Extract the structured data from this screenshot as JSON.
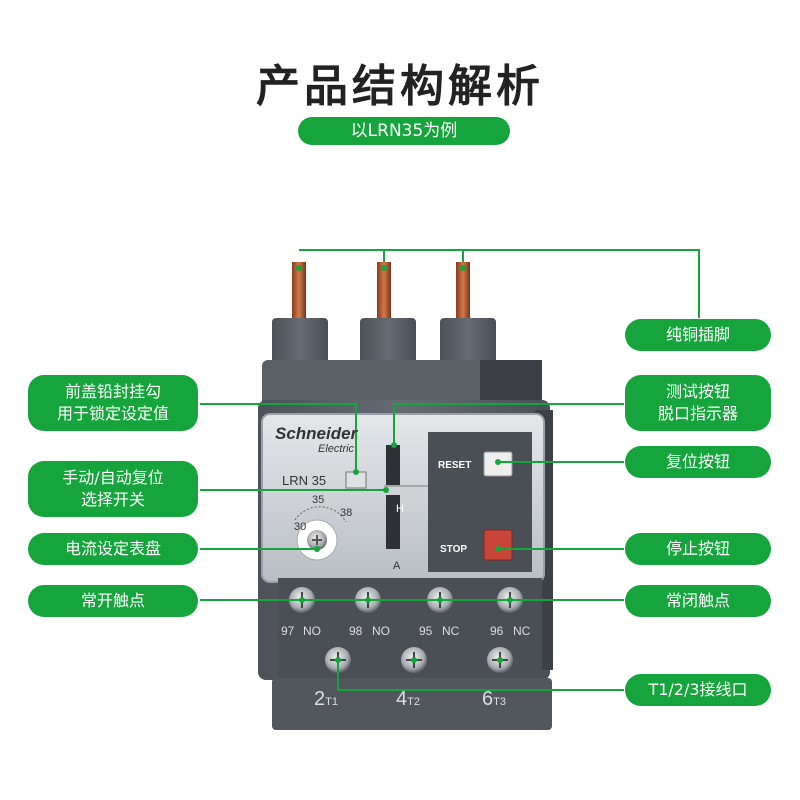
{
  "title": "产品结构解析",
  "subtitle": "以LRN35为例",
  "device": {
    "brand": "Schneider",
    "brand_sub": "Electric",
    "model": "LRN 35",
    "dial_marks": [
      "30",
      "35",
      "38"
    ],
    "dial_unit": "A",
    "reset_label": "RESET",
    "stop_label": "STOP",
    "switch_a": "A",
    "switch_h": "H",
    "auxiliary_terminals": [
      "97",
      "NO",
      "98",
      "NO",
      "95",
      "NC",
      "96",
      "NC"
    ],
    "main_terminals": [
      {
        "num": "2",
        "sub": "T1"
      },
      {
        "num": "4",
        "sub": "T2"
      },
      {
        "num": "6",
        "sub": "T3"
      }
    ]
  },
  "callouts": {
    "copper_pins": "纯铜插脚",
    "seal_line1": "前盖铅封挂勾",
    "seal_line2": "用于锁定设定值",
    "test_line1": "测试按钮",
    "test_line2": "脱口指示器",
    "mode_line1": "手动/自动复位",
    "mode_line2": "选择开关",
    "reset_button": "复位按钮",
    "current_dial": "电流设定表盘",
    "stop_button": "停止按钮",
    "no_contact": "常开触点",
    "nc_contact": "常闭触点",
    "terminals": "T1/2/3接线口"
  },
  "colors": {
    "accent": "#16a53c",
    "housing": "#5b6068",
    "cover": "#c9ced4"
  }
}
